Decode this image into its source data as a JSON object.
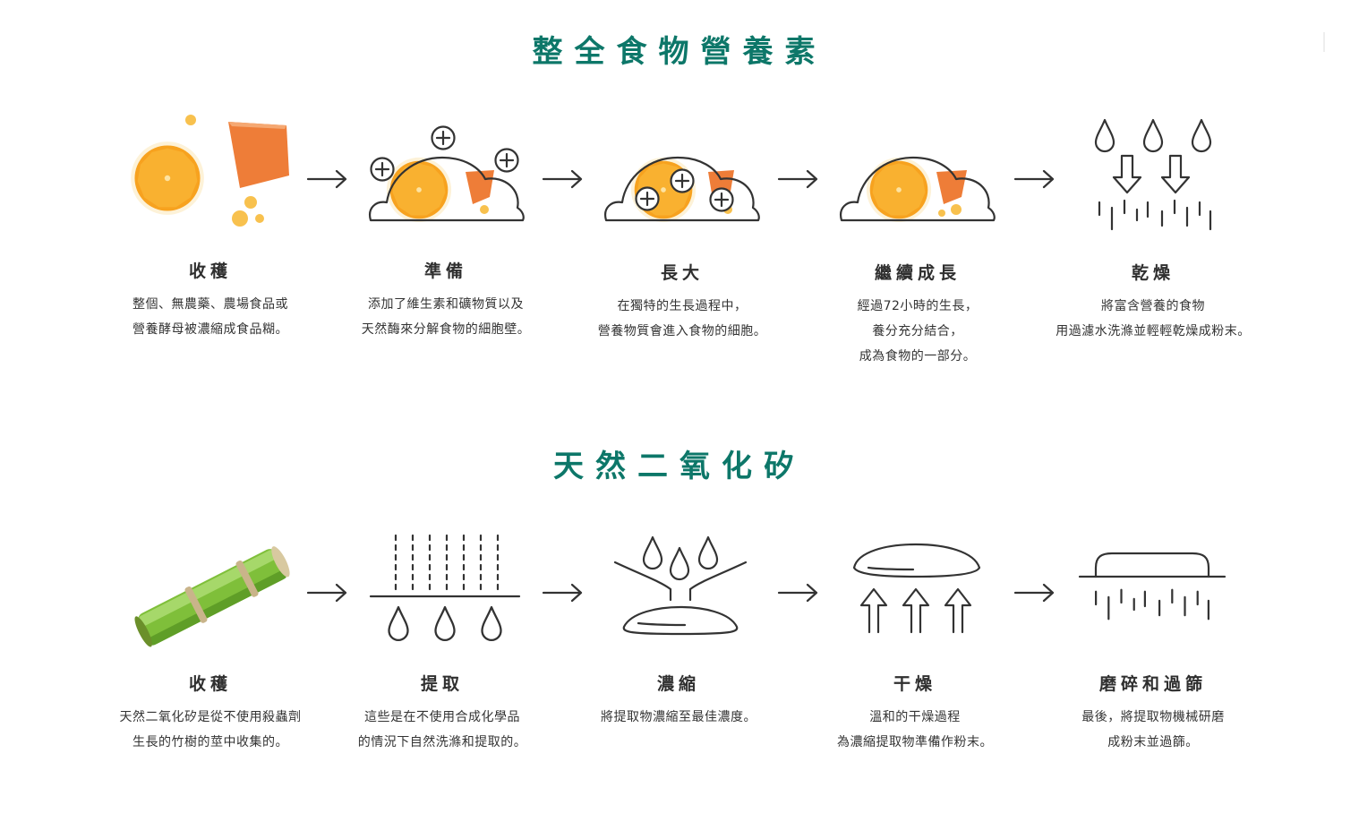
{
  "colors": {
    "title": "#0d7769",
    "orange": "#f7a21f",
    "orange_light": "#fcd27a",
    "squash": "#ee7d38",
    "bamboo": "#8cc63f",
    "line": "#333333"
  },
  "section1": {
    "title": "整全食物營養素",
    "steps": [
      {
        "name": "收穫",
        "icon": "orange-and-squash-icon",
        "desc": [
          "整個、無農藥、農場食品或",
          "營養酵母被濃縮成食品糊。"
        ]
      },
      {
        "name": "準備",
        "icon": "dome-with-plus-icon",
        "desc": [
          "添加了維生素和礦物質以及",
          "天然酶來分解食物的細胞壁。"
        ]
      },
      {
        "name": "長大",
        "icon": "dome-absorbing-plus-icon",
        "desc": [
          "在獨特的生長過程中，",
          "營養物質會進入食物的細胞。"
        ]
      },
      {
        "name": "繼續成長",
        "icon": "dome-with-food-icon",
        "desc": [
          "經過72小時的生長，",
          "養分充分結合，",
          "成為食物的一部分。"
        ]
      },
      {
        "name": "乾燥",
        "icon": "drying-drops-icon",
        "desc": [
          "將富含營養的食物",
          "用過濾水洗滌並輕輕乾燥成粉末。"
        ]
      }
    ]
  },
  "section2": {
    "title": "天然二氧化矽",
    "steps": [
      {
        "name": "收穫",
        "icon": "bamboo-stem-icon",
        "desc": [
          "天然二氧化矽是從不使用殺蟲劑",
          "生長的竹樹的莖中收集的。"
        ]
      },
      {
        "name": "提取",
        "icon": "washing-filter-icon",
        "desc": [
          "這些是在不使用合成化學品",
          "的情況下自然洗滌和提取的。"
        ]
      },
      {
        "name": "濃縮",
        "icon": "funnel-concentrate-icon",
        "desc": [
          "將提取物濃縮至最佳濃度。"
        ]
      },
      {
        "name": "干燥",
        "icon": "rising-heat-icon",
        "desc": [
          "溫和的干燥過程",
          "為濃縮提取物準備作粉末。"
        ]
      },
      {
        "name": "磨碎和過篩",
        "icon": "grind-sieve-icon",
        "desc": [
          "最後，將提取物機械研磨",
          "成粉末並過篩。"
        ]
      }
    ]
  }
}
